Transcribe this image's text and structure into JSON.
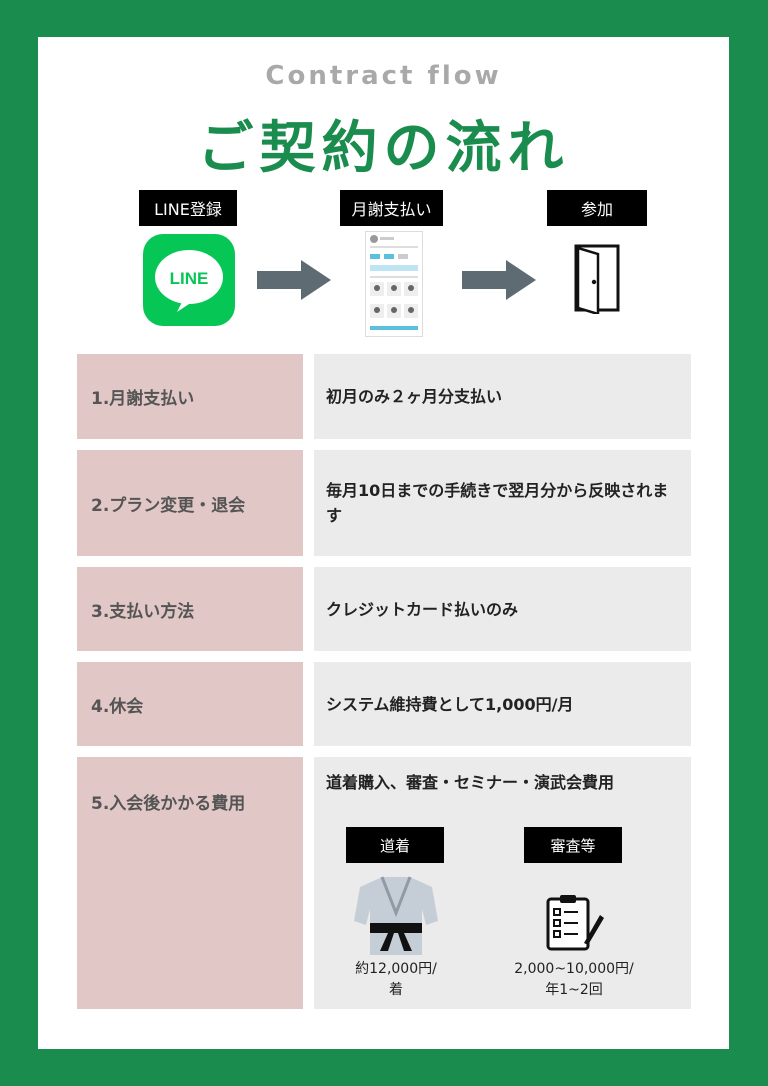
{
  "header": {
    "subtitle": "Contract flow",
    "title": "ご契約の流れ"
  },
  "steps": [
    {
      "label": "LINE登録",
      "icon": "line-app-icon",
      "icon_text": "LINE"
    },
    {
      "label": "月謝支払い",
      "icon": "phone-screenshot-icon"
    },
    {
      "label": "参加",
      "icon": "door-icon"
    }
  ],
  "rows": [
    {
      "label": "1.月謝支払い",
      "text": "初月のみ２ヶ月分支払い"
    },
    {
      "label": "2.プラン変更・退会",
      "text": "毎月10日までの手続きで翌月分から反映されます"
    },
    {
      "label": "3.支払い方法",
      "text": "クレジットカード払いのみ"
    },
    {
      "label": "4.休会",
      "text": "システム維持費として1,000円/月"
    },
    {
      "label": "5.入会後かかる費用",
      "text": "道着購入、審査・セミナー・演武会費用"
    }
  ],
  "costs": [
    {
      "label": "道着",
      "price_line1": "約12,000円/",
      "price_line2": "着",
      "icon": "dogi-uniform-icon"
    },
    {
      "label": "審査等",
      "price_line1": "2,000~10,000円/",
      "price_line2": "年1~2回",
      "icon": "checklist-clipboard-icon"
    }
  ],
  "colors": {
    "brand_green": "#1a8c4e",
    "line_green": "#06c755",
    "row_label_bg": "#e2c7c7",
    "row_value_bg": "#ebebeb",
    "arrow": "#5f6b73"
  }
}
